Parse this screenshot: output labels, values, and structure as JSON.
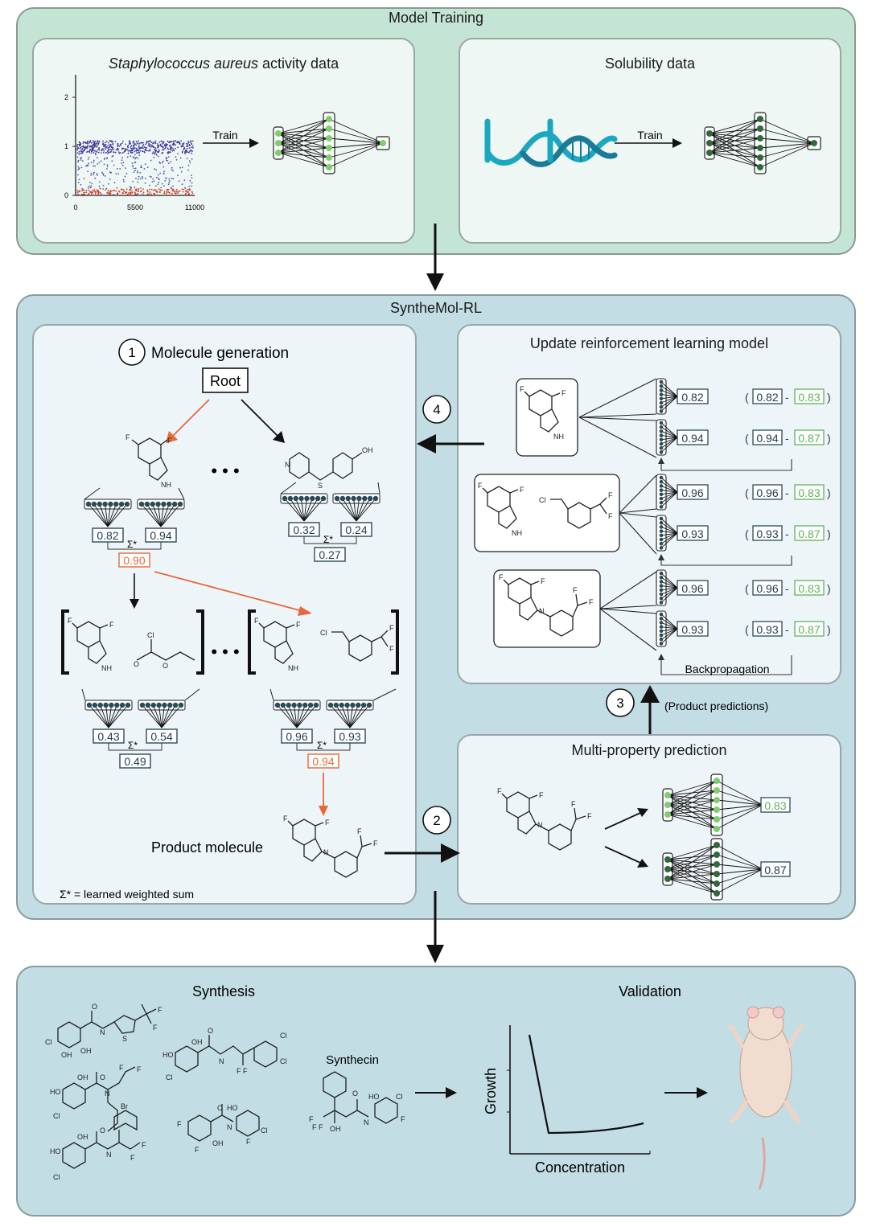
{
  "model_training": {
    "title": "Model Training",
    "staph_panel": {
      "title_italic": "Staphylococcus aureus",
      "title_rest": " activity data",
      "train_label": "Train",
      "y_ticks": [
        "0",
        "1",
        "2"
      ],
      "x_ticks": [
        "0",
        "5500",
        "11000"
      ]
    },
    "solubility_panel": {
      "title": "Solubility data",
      "train_label": "Train"
    }
  },
  "synthemol": {
    "title": "SyntheMol-RL",
    "molecule_generation": {
      "step": "1",
      "title": "Molecule generation",
      "root_label": "Root",
      "ellipsis": "• • •",
      "left_scores": [
        "0.82",
        "0.94"
      ],
      "left_sum": "0.90",
      "right_scores": [
        "0.32",
        "0.24"
      ],
      "right_sum": "0.27",
      "lower_left_scores": [
        "0.43",
        "0.54"
      ],
      "lower_left_sum": "0.49",
      "lower_right_scores": [
        "0.96",
        "0.93"
      ],
      "lower_right_sum": "0.94",
      "sigma": "Σ*",
      "product_label": "Product molecule",
      "footnote": "Σ* = learned weighted sum"
    },
    "update_rl": {
      "step": "4",
      "title": "Update reinforcement learning model",
      "rows": [
        {
          "pred": "0.82",
          "a": "0.82",
          "b": "0.83"
        },
        {
          "pred": "0.94",
          "a": "0.94",
          "b": "0.87"
        },
        {
          "pred": "0.96",
          "a": "0.96",
          "b": "0.83"
        },
        {
          "pred": "0.93",
          "a": "0.93",
          "b": "0.87"
        },
        {
          "pred": "0.96",
          "a": "0.96",
          "b": "0.83"
        },
        {
          "pred": "0.93",
          "a": "0.93",
          "b": "0.87"
        }
      ],
      "backprop_label": "Backpropagation"
    },
    "product_predictions": {
      "step": "3",
      "label": "(Product predictions)"
    },
    "multi_property": {
      "step": "2",
      "title": "Multi-property prediction",
      "outputs": [
        "0.83",
        "0.87"
      ]
    }
  },
  "bottom": {
    "synthesis_title": "Synthesis",
    "validation_title": "Validation",
    "synthecin_label": "Synthecin",
    "growth_label": "Growth",
    "concentration_label": "Concentration"
  },
  "colors": {
    "training_bg": "#c4e4d6",
    "rl_bg": "#c3dde4",
    "orange": "#e9673a",
    "green_node": "#7ccf6c",
    "dark_green_node": "#2f6b3a",
    "blue_node": "#2b4a57",
    "dna_teal": "#1ba7c0",
    "mouse": "#f1dcd0"
  }
}
